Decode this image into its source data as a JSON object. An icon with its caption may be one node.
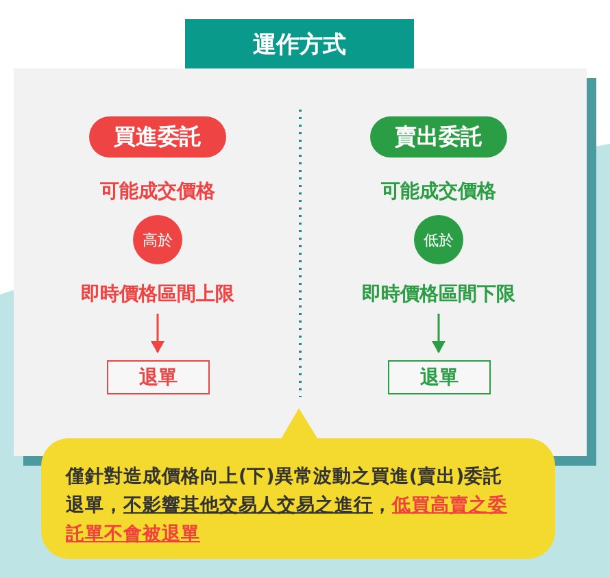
{
  "diagram": {
    "title": "運作方式",
    "nodes": [
      {
        "text": [
          "買進委託"
        ]
      },
      {
        "text": [
          "可能成交價格"
        ]
      },
      {
        "text": [
          "高於"
        ]
      },
      {
        "text": [
          "即時價格區間上限"
        ]
      },
      {
        "text": [
          "退單"
        ]
      },
      {
        "text": [
          "賣出委託"
        ]
      },
      {
        "text": [
          "可能成交價格"
        ]
      },
      {
        "text": [
          "低於"
        ]
      },
      {
        "text": [
          "即時價格區間下限"
        ]
      },
      {
        "text": [
          "退單"
        ]
      },
      {
        "text": [
          "僅針對造成價格向上(下)異常波動之買進(賣出)委託退單，*不影響其他交易人交易之進行*，**低買高賣之委託單不會被退單**"
        ]
      }
    ],
    "edges": [
      {
        "from": 3,
        "to": 4,
        "arrow": "to",
        "color": "#ee4444"
      },
      {
        "from": 8,
        "to": 9,
        "arrow": "to",
        "color": "#2a9d45"
      }
    ]
  }
}
